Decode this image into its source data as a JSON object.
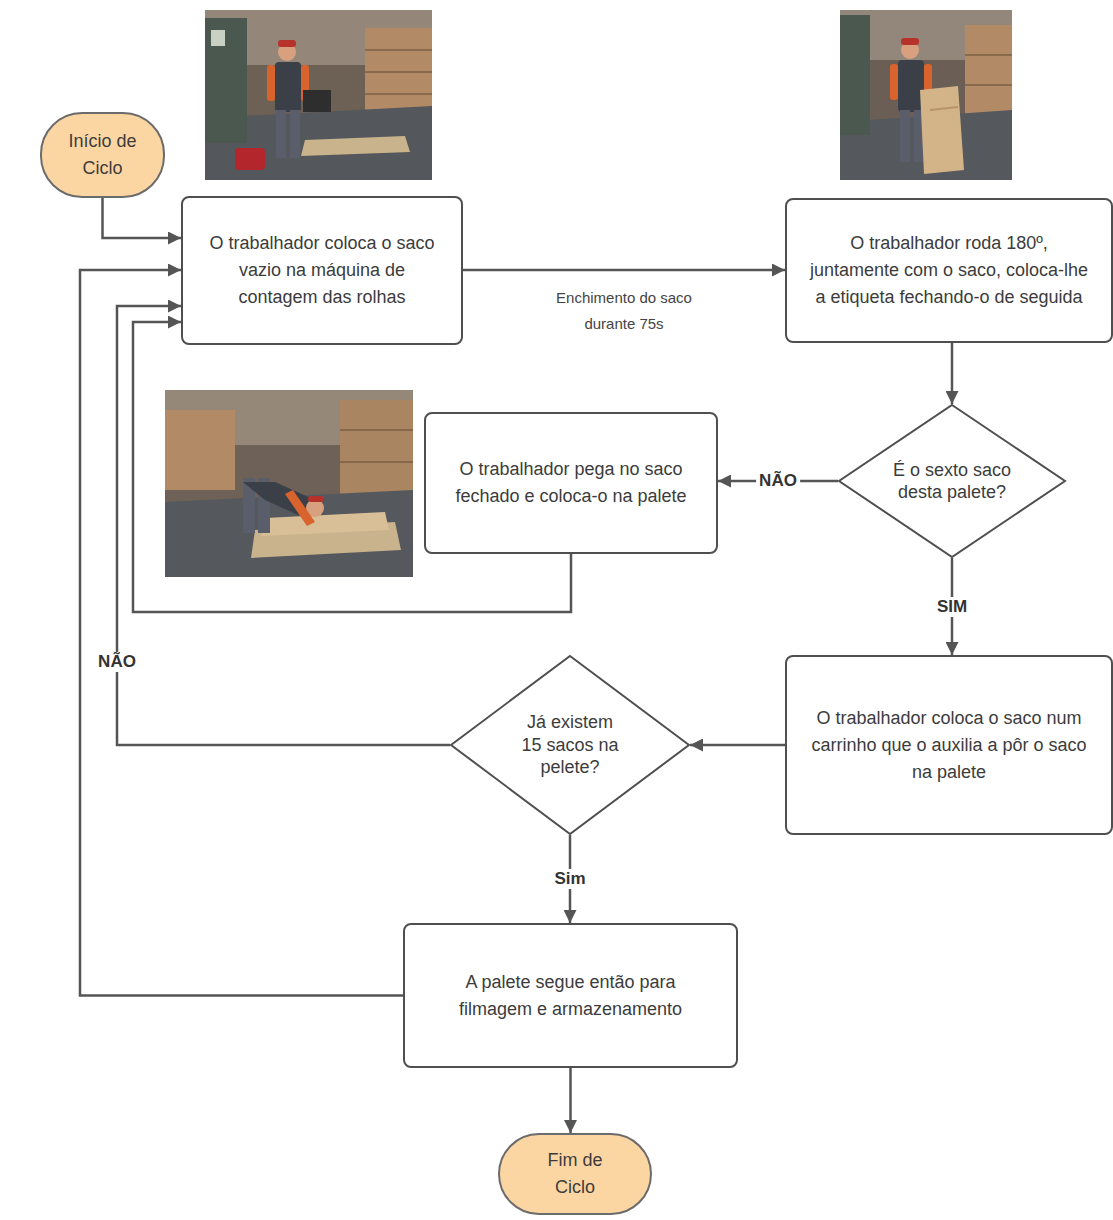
{
  "diagram": {
    "nodes": [
      {
        "text": [
          "Início de Ciclo"
        ]
      },
      {
        "text": [
          "O trabalhador coloca o saco vazio na máquina de contagem das rolhas"
        ]
      },
      {
        "text": [
          "O trabalhador roda 180º, juntamente com o saco, coloca-lhe a etiqueta fechando-o de seguida"
        ]
      },
      {
        "text": [
          "O trabalhador pega no saco fechado e coloca-o na palete"
        ]
      },
      {
        "text": [
          "É o sexto saco desta palete?"
        ]
      },
      {
        "text": [
          "Já existem 15 sacos na pelete?"
        ]
      },
      {
        "text": [
          "O trabalhador coloca o saco num carrinho que o auxilia a pôr o saco na palete"
        ]
      },
      {
        "text": [
          "A palete segue então para filmagem e armazenamento"
        ]
      },
      {
        "text": [
          "Fim de Ciclo"
        ]
      }
    ],
    "edges": [
      {
        "from": 0,
        "to": 1,
        "arrow": "to"
      },
      {
        "from": 1,
        "to": 2,
        "label": "Enchimento do saco durante 75s",
        "arrow": "to"
      },
      {
        "from": 2,
        "to": 4,
        "arrow": "to"
      },
      {
        "from": 4,
        "to": 3,
        "label": "NÃO",
        "arrow": "to"
      },
      {
        "from": 3,
        "to": 1,
        "arrow": "to"
      },
      {
        "from": 4,
        "to": 6,
        "label": "SIM",
        "arrow": "to"
      },
      {
        "from": 6,
        "to": 5,
        "arrow": "to"
      },
      {
        "from": 5,
        "to": 1,
        "label": "NÃO",
        "arrow": "to"
      },
      {
        "from": 5,
        "to": 7,
        "label": "Sim",
        "arrow": "to"
      },
      {
        "from": 7,
        "to": 1,
        "arrow": "to"
      },
      {
        "from": 7,
        "to": 8,
        "arrow": "to"
      }
    ]
  }
}
